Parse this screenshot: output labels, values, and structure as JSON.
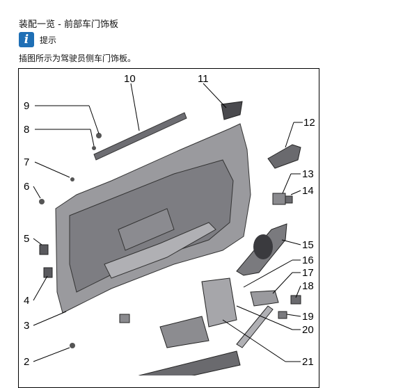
{
  "header": {
    "title": "装配一览 - 前部车门饰板",
    "note_label": "提示",
    "note_text": "插图所示为驾驶员侧车门饰板。",
    "note_icon": "info-icon"
  },
  "callouts": [
    "10",
    "11",
    "9",
    "8",
    "12",
    "7",
    "13",
    "6",
    "14",
    "5",
    "15",
    "16",
    "17",
    "4",
    "18",
    "19",
    "3",
    "20",
    "2",
    "21"
  ]
}
